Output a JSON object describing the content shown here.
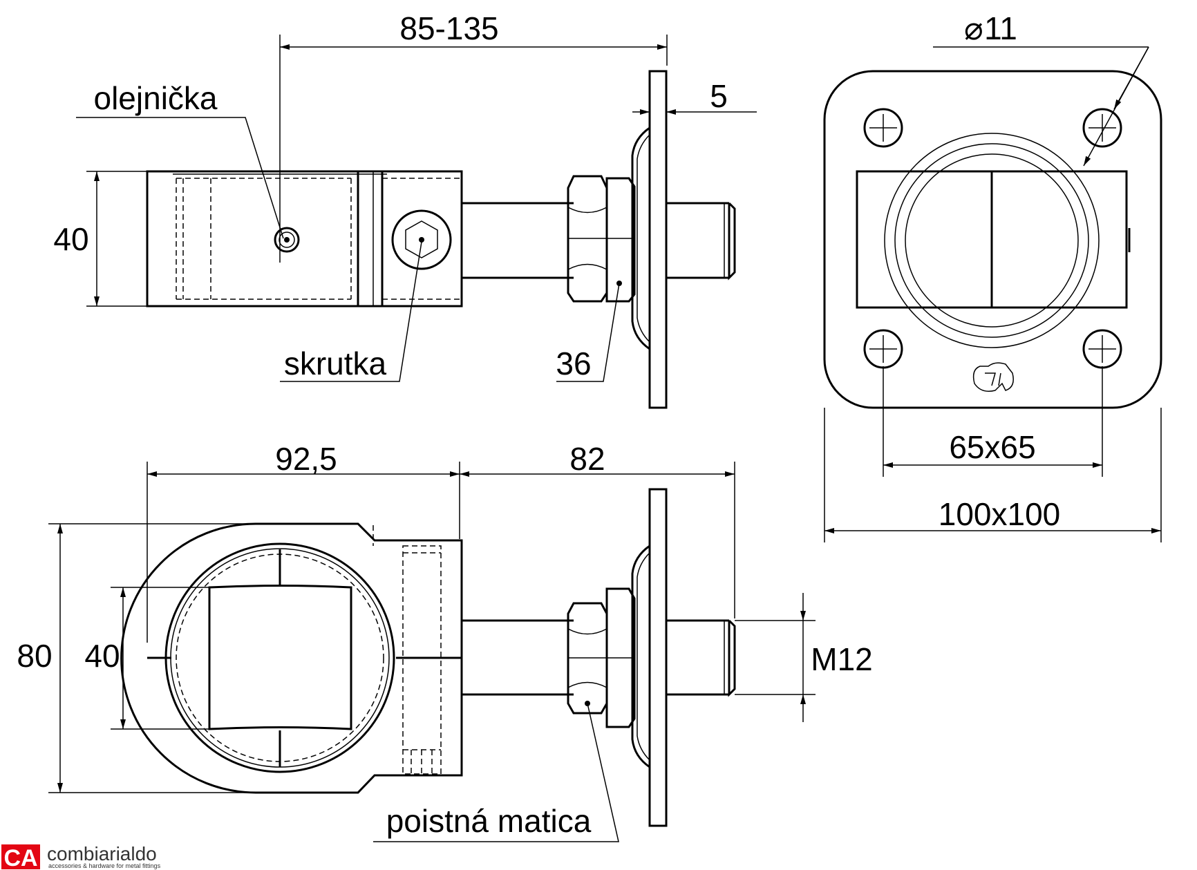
{
  "labels": {
    "oiler": "olejnička",
    "screw": "skrutka",
    "lock_nut": "poistná matica"
  },
  "dimensions": {
    "top_length": "85-135",
    "plate_thickness": "5",
    "top_height": "40",
    "nut_size": "36",
    "hole_diameter": "11",
    "hole_spacing": "65x65",
    "plate_size": "100x100",
    "body_length": "92,5",
    "pin_length": "82",
    "overall_height": "80",
    "inner_height": "40",
    "thread": "M12"
  },
  "brand": {
    "logo": "CA",
    "name": "combiarialdo",
    "tagline": "accessories & hardware for metal fittings",
    "color": "#e30613"
  }
}
